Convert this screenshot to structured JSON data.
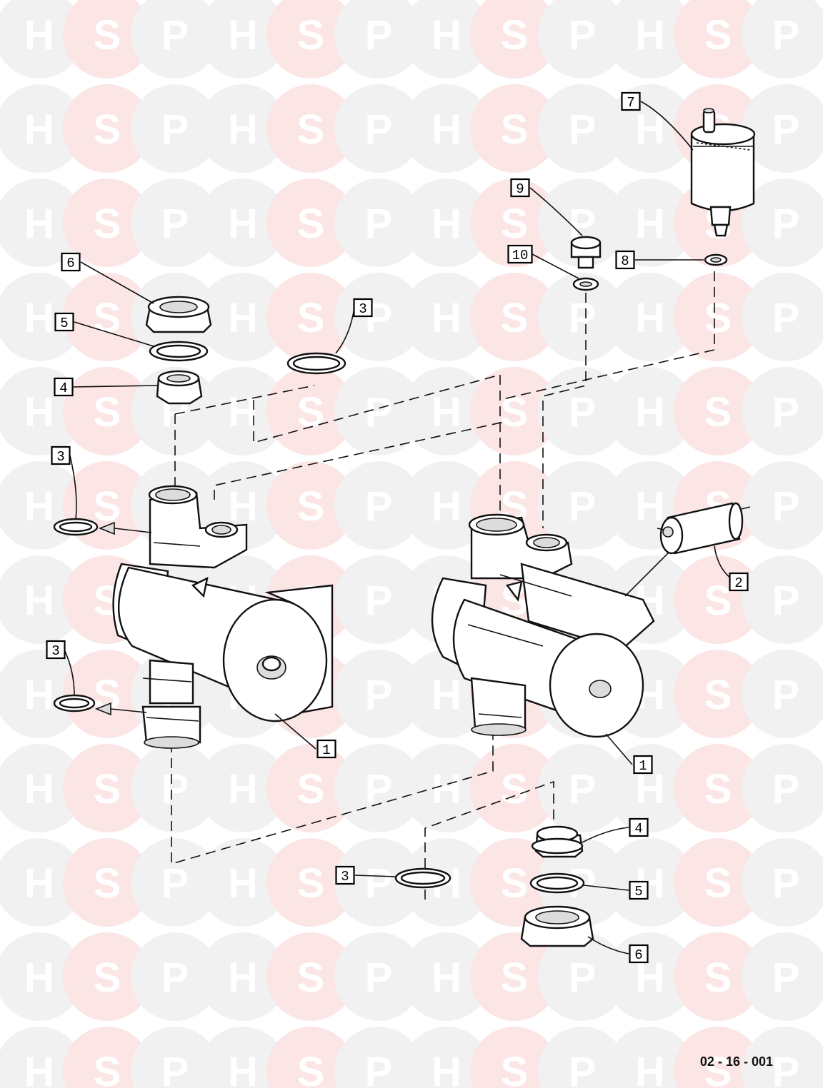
{
  "diagram": {
    "reference": "02 - 16 - 001",
    "watermark_letters": [
      "H",
      "S",
      "P"
    ],
    "callouts": [
      {
        "label": "7"
      },
      {
        "label": "9"
      },
      {
        "label": "10"
      },
      {
        "label": "8"
      },
      {
        "label": "6"
      },
      {
        "label": "5"
      },
      {
        "label": "3"
      },
      {
        "label": "4"
      },
      {
        "label": "3"
      },
      {
        "label": "3"
      },
      {
        "label": "1"
      },
      {
        "label": "2"
      },
      {
        "label": "1"
      },
      {
        "label": "4"
      },
      {
        "label": "3"
      },
      {
        "label": "5"
      },
      {
        "label": "6"
      }
    ]
  }
}
